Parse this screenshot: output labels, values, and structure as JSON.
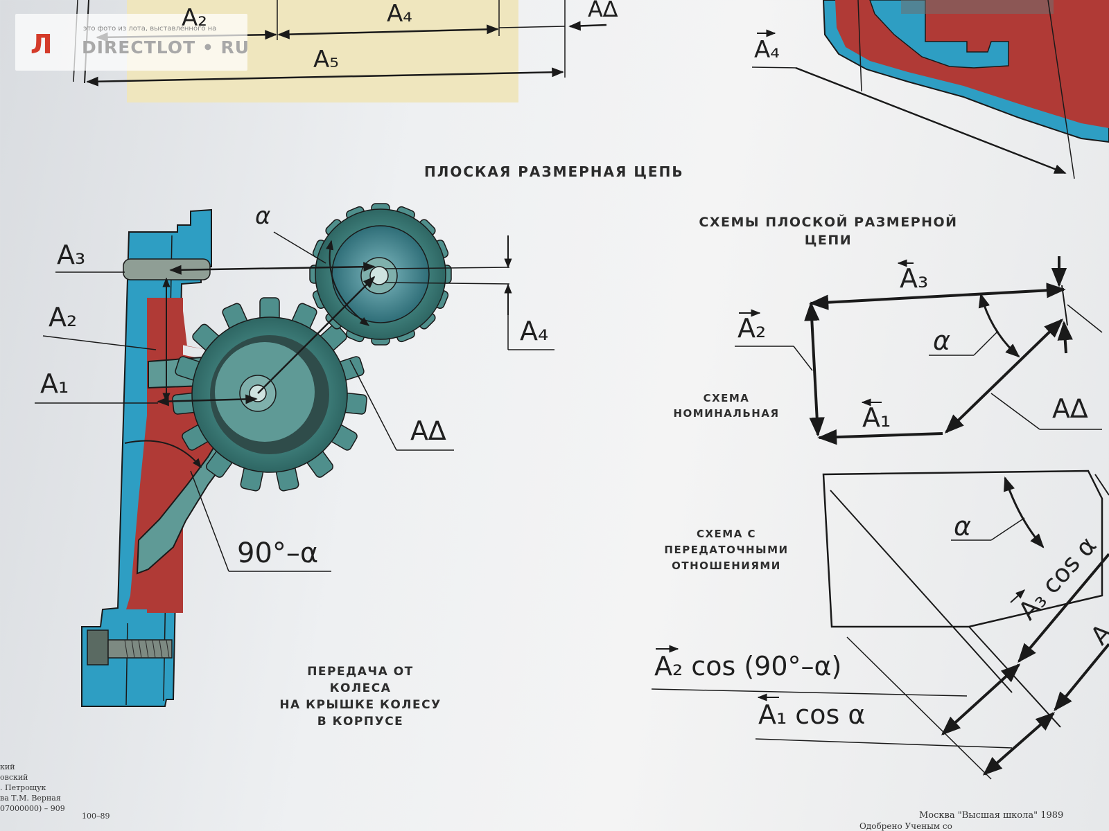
{
  "watermark": {
    "small_text": "это фото из лота, выставленного на",
    "brand": "DIRECTLOT • RU",
    "logo_glyph": "Л"
  },
  "top_dims": {
    "a2": "A₂",
    "a4": "A₄",
    "a5": "A₅",
    "a_delta": "A∆",
    "a4_vector": "A₄"
  },
  "heading_main": "ПЛОСКАЯ РАЗМЕРНАЯ ЦЕПЬ",
  "gear_drawing": {
    "alpha": "α",
    "a1": "A₁",
    "a2": "A₂",
    "a3": "A₃",
    "a4": "A₄",
    "a_delta": "A∆",
    "angle": "90°–α",
    "caption_line1": "ПЕРЕДАЧА ОТ КОЛЕСА",
    "caption_line2": "НА КРЫШКЕ КОЛЕСУ",
    "caption_line3": "В КОРПУСЕ"
  },
  "schemes": {
    "heading_line1": "СХЕМЫ ПЛОСКОЙ РАЗМЕРНОЙ",
    "heading_line2": "ЦЕПИ",
    "nominal_line1": "СХЕМА",
    "nominal_line2": "НОМИНАЛЬНАЯ",
    "ratio_line1": "СХЕМА С",
    "ratio_line2": "ПЕРЕДАТОЧНЫМИ",
    "ratio_line3": "ОТНОШЕНИЯМИ",
    "a1": "A₁",
    "a2": "A₂",
    "a3": "A₃",
    "a_delta": "A∆",
    "alpha": "α",
    "alpha2": "α",
    "a3cos": "A₃ cos α",
    "a2cos": "A₂ cos (90°–α)",
    "a1cos": "A₁ cos α",
    "a_edge": "A"
  },
  "footer": {
    "left_lines": [
      "кий",
      "овский",
      ". Петрощук",
      "ва Т.М. Верная",
      "07000000) – 909"
    ],
    "code": "100–89",
    "right_line1": "Москва \"Высшая школа\" 1989",
    "right_line2": "Одобрено Ученым со"
  },
  "colors": {
    "housing_blue": "#2e9ec3",
    "part_red": "#b03a36",
    "gear_teal": "#4f8f8c",
    "paper_yellow": "#efe6be"
  }
}
